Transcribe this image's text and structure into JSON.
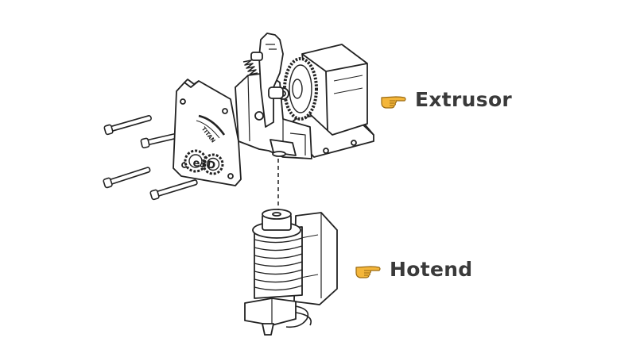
{
  "labels": {
    "extruder": {
      "text": "Extrusor",
      "icon": "pointing-hand-icon"
    },
    "hotend": {
      "text": "Hotend",
      "icon": "pointing-hand-icon"
    }
  },
  "plate_text": {
    "logo": "e3D",
    "engraved": "TITAN"
  },
  "colors": {
    "line": "#222222",
    "label_text": "#3a3a3a",
    "hand_fill": "#f4b63a",
    "hand_outline": "#9a6a12"
  }
}
